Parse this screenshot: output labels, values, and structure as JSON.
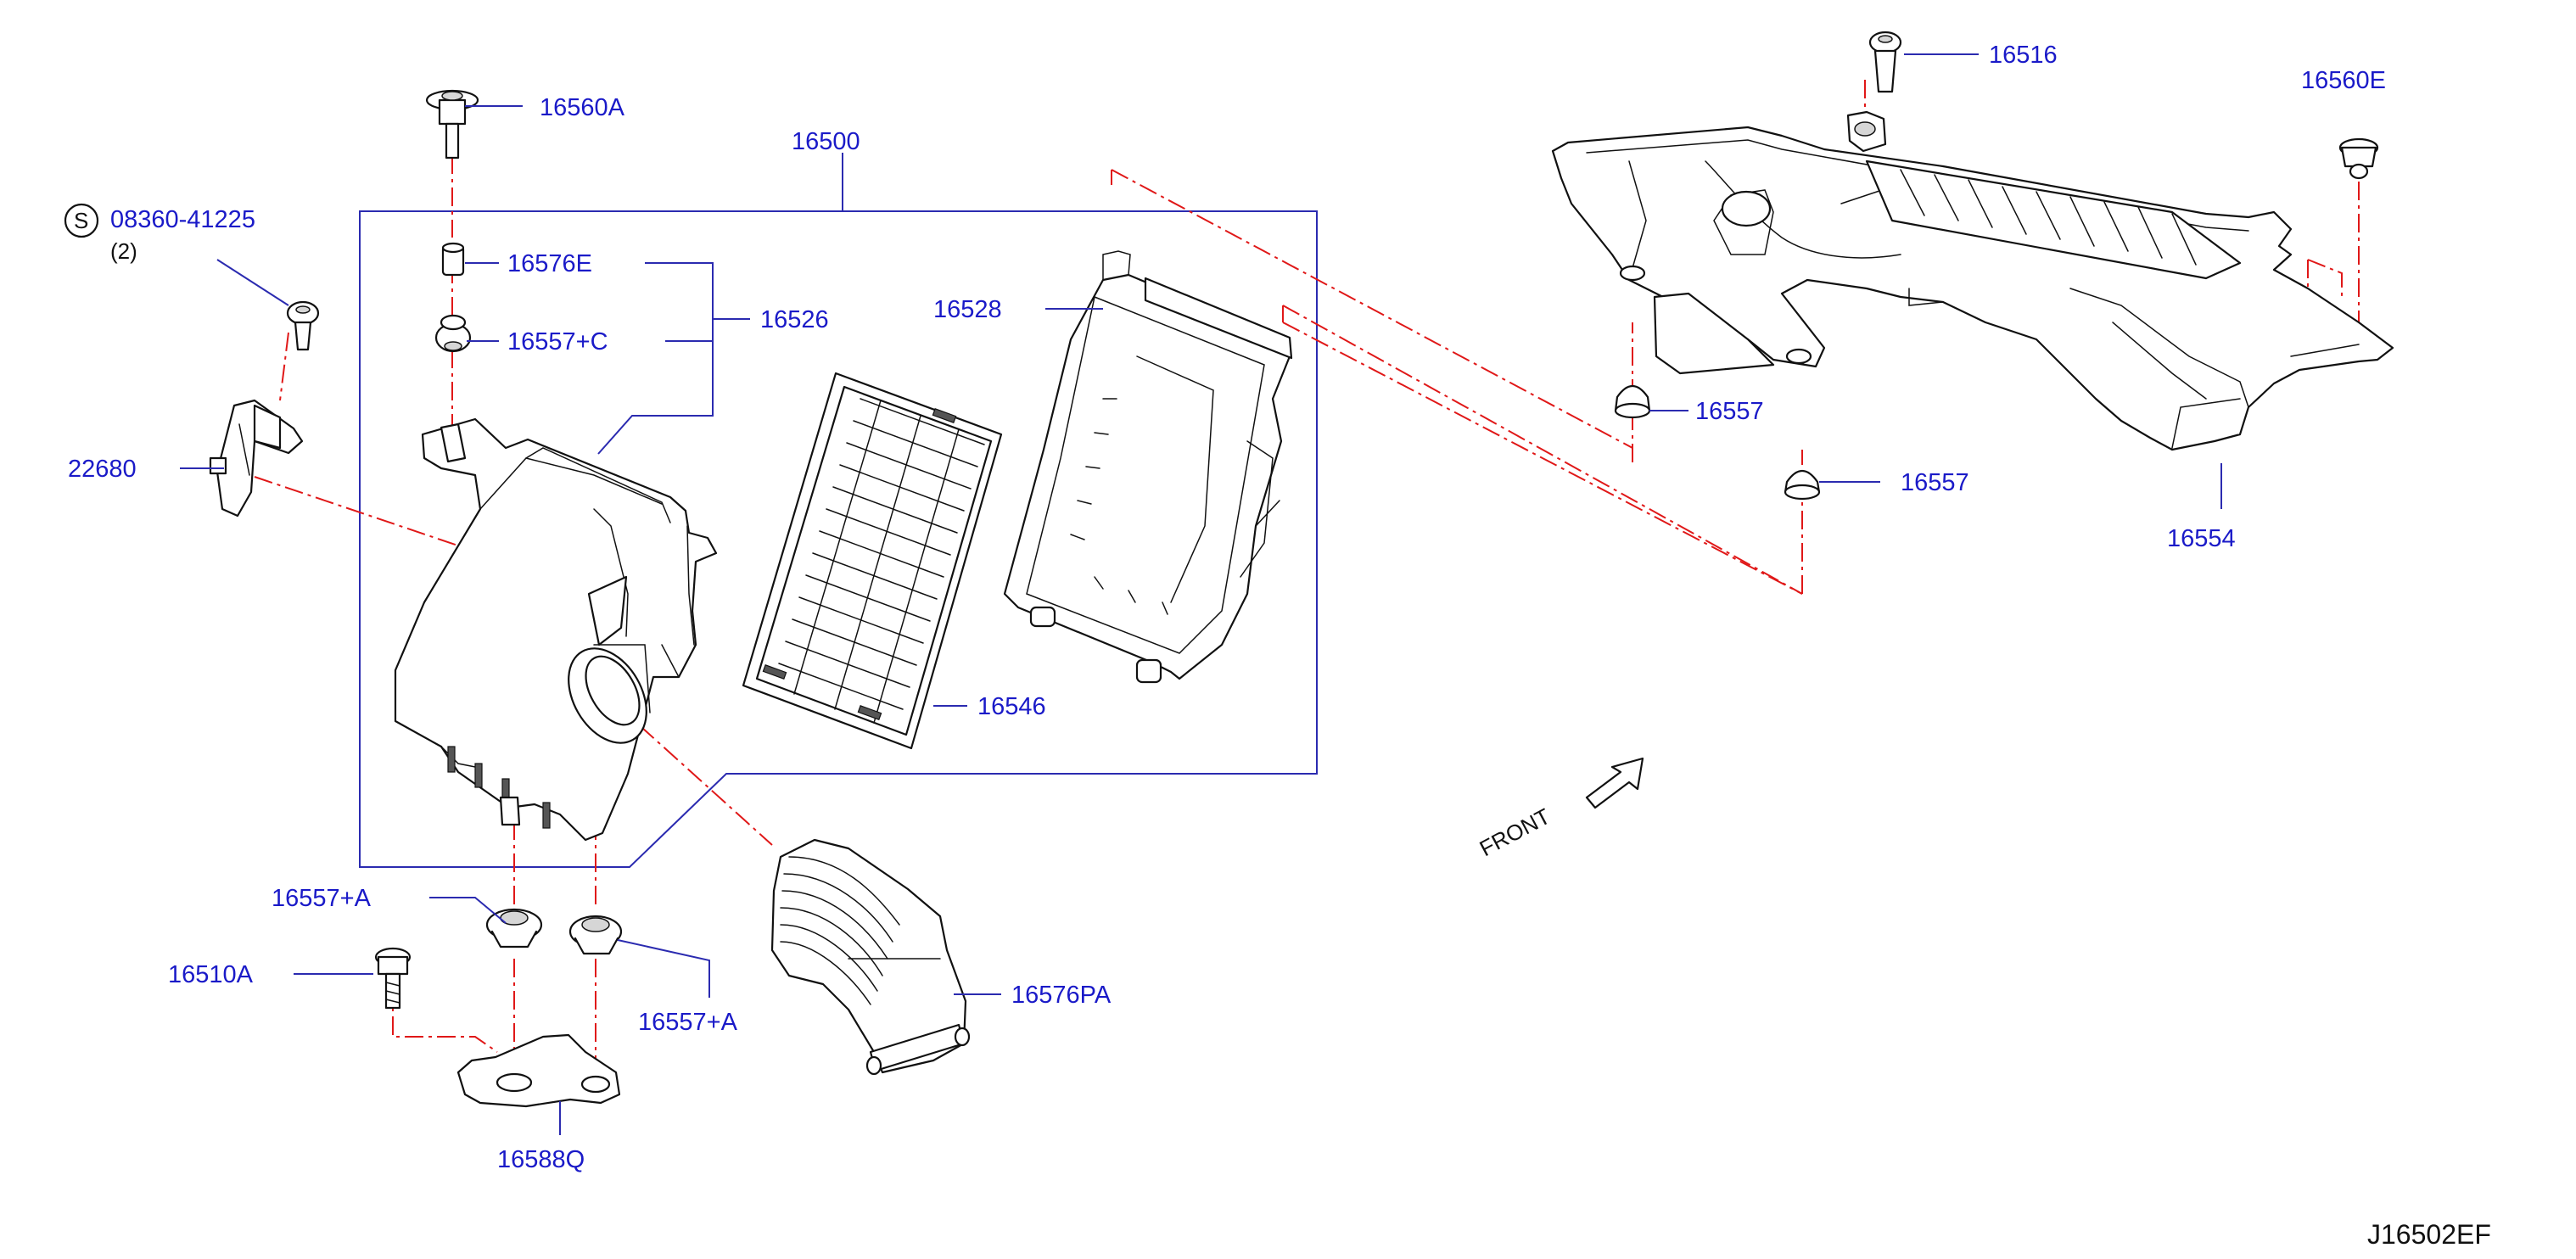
{
  "diagram": {
    "labels": {
      "p16560A": "16560A",
      "p16500": "16500",
      "p08360": "08360-41225",
      "qty": "(2)",
      "screw_symbol": "S",
      "p16576E": "16576E",
      "p16526": "16526",
      "p16557C": "16557+C",
      "p16528": "16528",
      "p22680": "22680",
      "p16546": "16546",
      "p16557A_1": "16557+A",
      "p16510A": "16510A",
      "p16557A_2": "16557+A",
      "p16576PA": "16576PA",
      "p16588Q": "16588Q",
      "p16516": "16516",
      "p16560E": "16560E",
      "p16557_1": "16557",
      "p16557_2": "16557",
      "p16554": "16554",
      "front": "FRONT",
      "ref": "J16502EF"
    },
    "colors": {
      "label": "#1a1ac8",
      "leader": "#2b2bb0",
      "phantom_line": "#e01818",
      "outline": "#111111"
    }
  }
}
